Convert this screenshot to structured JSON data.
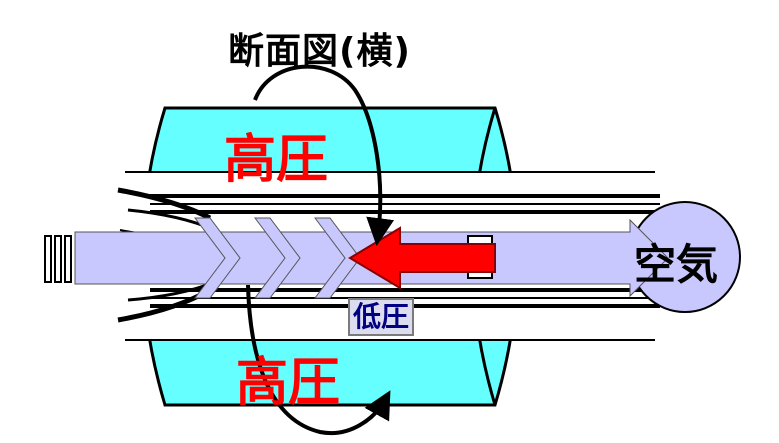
{
  "title": "断面図(横)",
  "labels": {
    "high_pressure_top": "高圧",
    "high_pressure_bottom": "高圧",
    "low_pressure": "低圧",
    "air": "空気"
  },
  "colors": {
    "cylinder_fill": "#66ffff",
    "flow_arrow": "#c8c8ff",
    "reverse_arrow": "#ff0000",
    "high_pressure_text": "#ff0000",
    "low_pressure_text": "#000080",
    "line": "#000000"
  },
  "icons": {
    "reverse_flow": "red-left-arrow",
    "rotation": "curved-rotation-arrow"
  }
}
